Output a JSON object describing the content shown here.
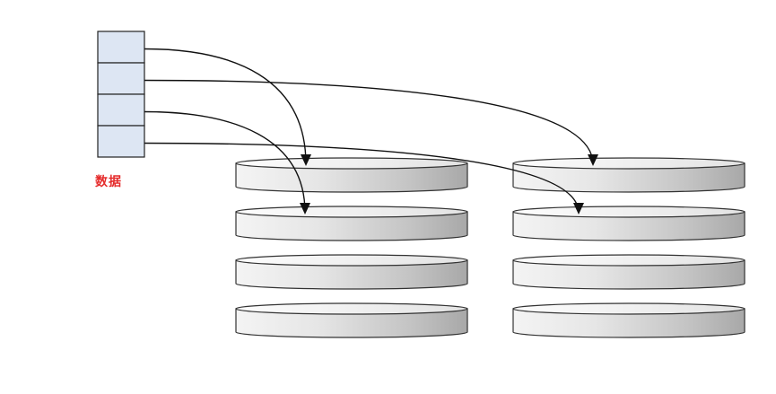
{
  "array": {
    "label": "数据",
    "slot_count": 4
  },
  "stacks": [
    {
      "disk_count": 4
    },
    {
      "disk_count": 4
    }
  ],
  "arrows": [
    {
      "from_slot": 0,
      "to_stack": 0,
      "to_disk": 0
    },
    {
      "from_slot": 1,
      "to_stack": 1,
      "to_disk": 0
    },
    {
      "from_slot": 2,
      "to_stack": 0,
      "to_disk": 1
    },
    {
      "from_slot": 3,
      "to_stack": 1,
      "to_disk": 1
    }
  ],
  "colors": {
    "label": "#e52b2b",
    "slot_fill": "#dde6f3",
    "slot_stroke": "#222222",
    "disk_stroke": "#333333",
    "arrow": "#111111"
  }
}
